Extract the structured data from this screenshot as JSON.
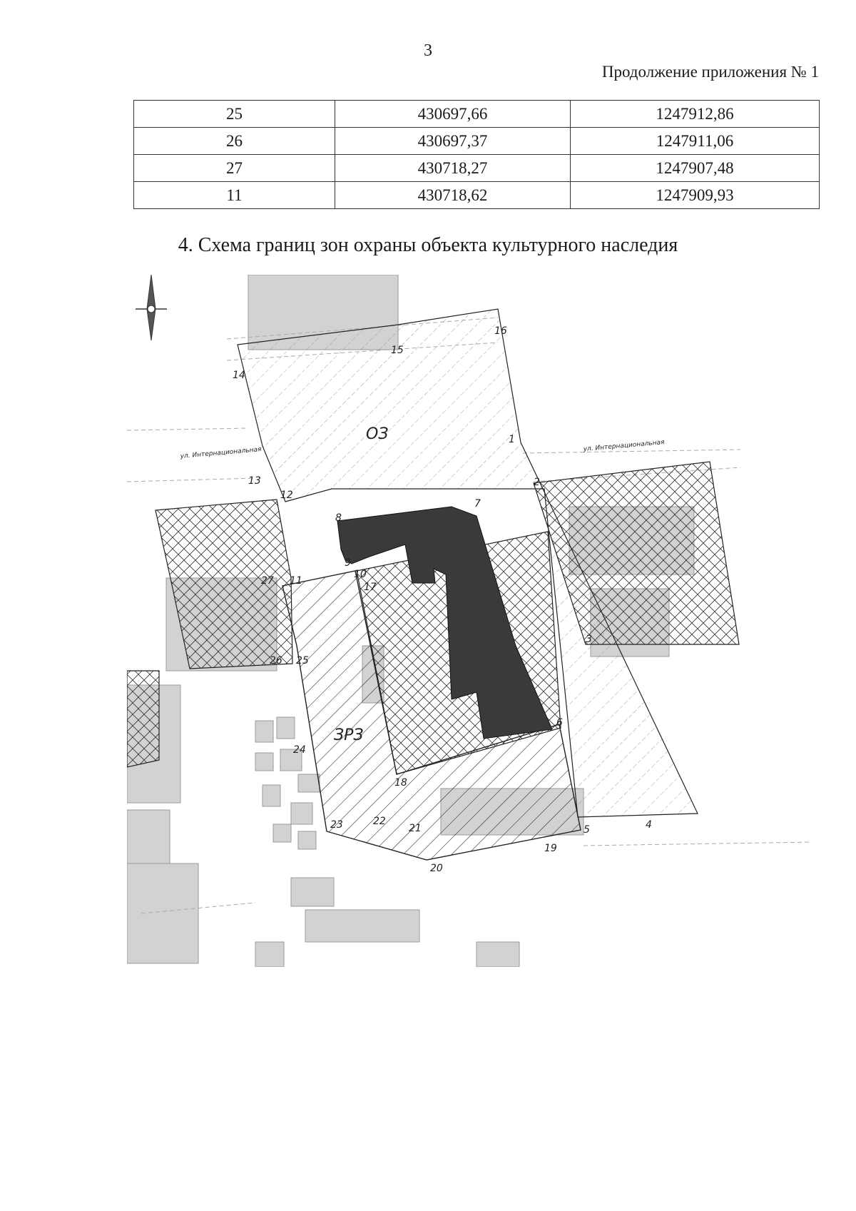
{
  "header": {
    "page_number": "3",
    "continuation": "Продолжение приложения № 1"
  },
  "table": {
    "rows": [
      [
        "25",
        "430697,66",
        "1247912,86"
      ],
      [
        "26",
        "430697,37",
        "1247911,06"
      ],
      [
        "27",
        "430718,27",
        "1247907,48"
      ],
      [
        "11",
        "430718,62",
        "1247909,93"
      ]
    ]
  },
  "section": {
    "title": "4. Схема границ зон охраны объекта культурного наследия"
  },
  "map": {
    "zone_labels": {
      "oz": "ОЗ",
      "zrz": "ЗРЗ"
    },
    "street_labels": [
      "ул. Интернациональная",
      "ул. Интернациональная"
    ],
    "points": [
      {
        "label": "1"
      },
      {
        "label": "2"
      },
      {
        "label": "3"
      },
      {
        "label": "4"
      },
      {
        "label": "5"
      },
      {
        "label": "6"
      },
      {
        "label": "7"
      },
      {
        "label": "8"
      },
      {
        "label": "9"
      },
      {
        "label": "10"
      },
      {
        "label": "11"
      },
      {
        "label": "12"
      },
      {
        "label": "13"
      },
      {
        "label": "14"
      },
      {
        "label": "15"
      },
      {
        "label": "16"
      },
      {
        "label": "17"
      },
      {
        "label": "18"
      },
      {
        "label": "19"
      },
      {
        "label": "20"
      },
      {
        "label": "21"
      },
      {
        "label": "22"
      },
      {
        "label": "23"
      },
      {
        "label": "24"
      },
      {
        "label": "25"
      },
      {
        "label": "26"
      },
      {
        "label": "27"
      }
    ],
    "colors": {
      "heritage_object": "#3a3a3a",
      "background_buildings": "#cfcfcf",
      "line": "#222222"
    }
  }
}
